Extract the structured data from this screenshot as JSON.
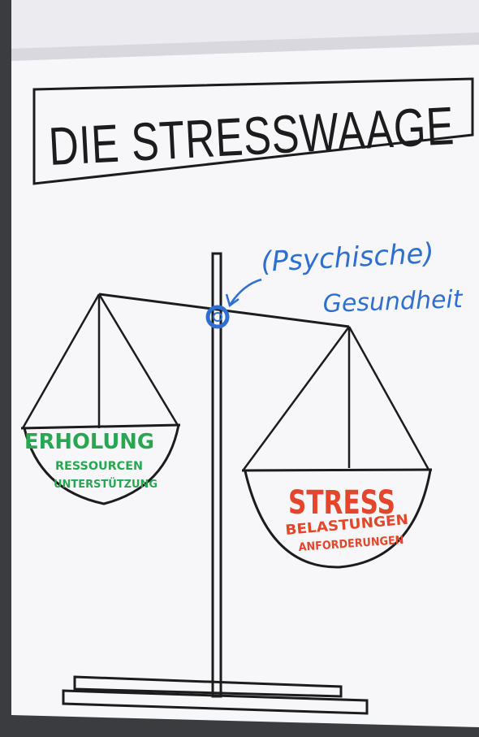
{
  "title": "DIE STRESSWAAGE",
  "pivot_label": {
    "line1": "(Psychische)",
    "line2": "Gesundheit"
  },
  "left_pan": {
    "heading": "ERHOLUNG",
    "line1": "RESSOURCEN",
    "line2": "UNTERSTÜTZUNG"
  },
  "right_pan": {
    "heading": "STRESS",
    "line1": "BELASTUNGEN",
    "line2": "ANFORDERUNGEN"
  },
  "colors": {
    "ink": "#1c1c1c",
    "blue": "#2f6fd1",
    "green": "#2aa552",
    "red": "#e5452a",
    "paper": "#f7f7f9"
  }
}
